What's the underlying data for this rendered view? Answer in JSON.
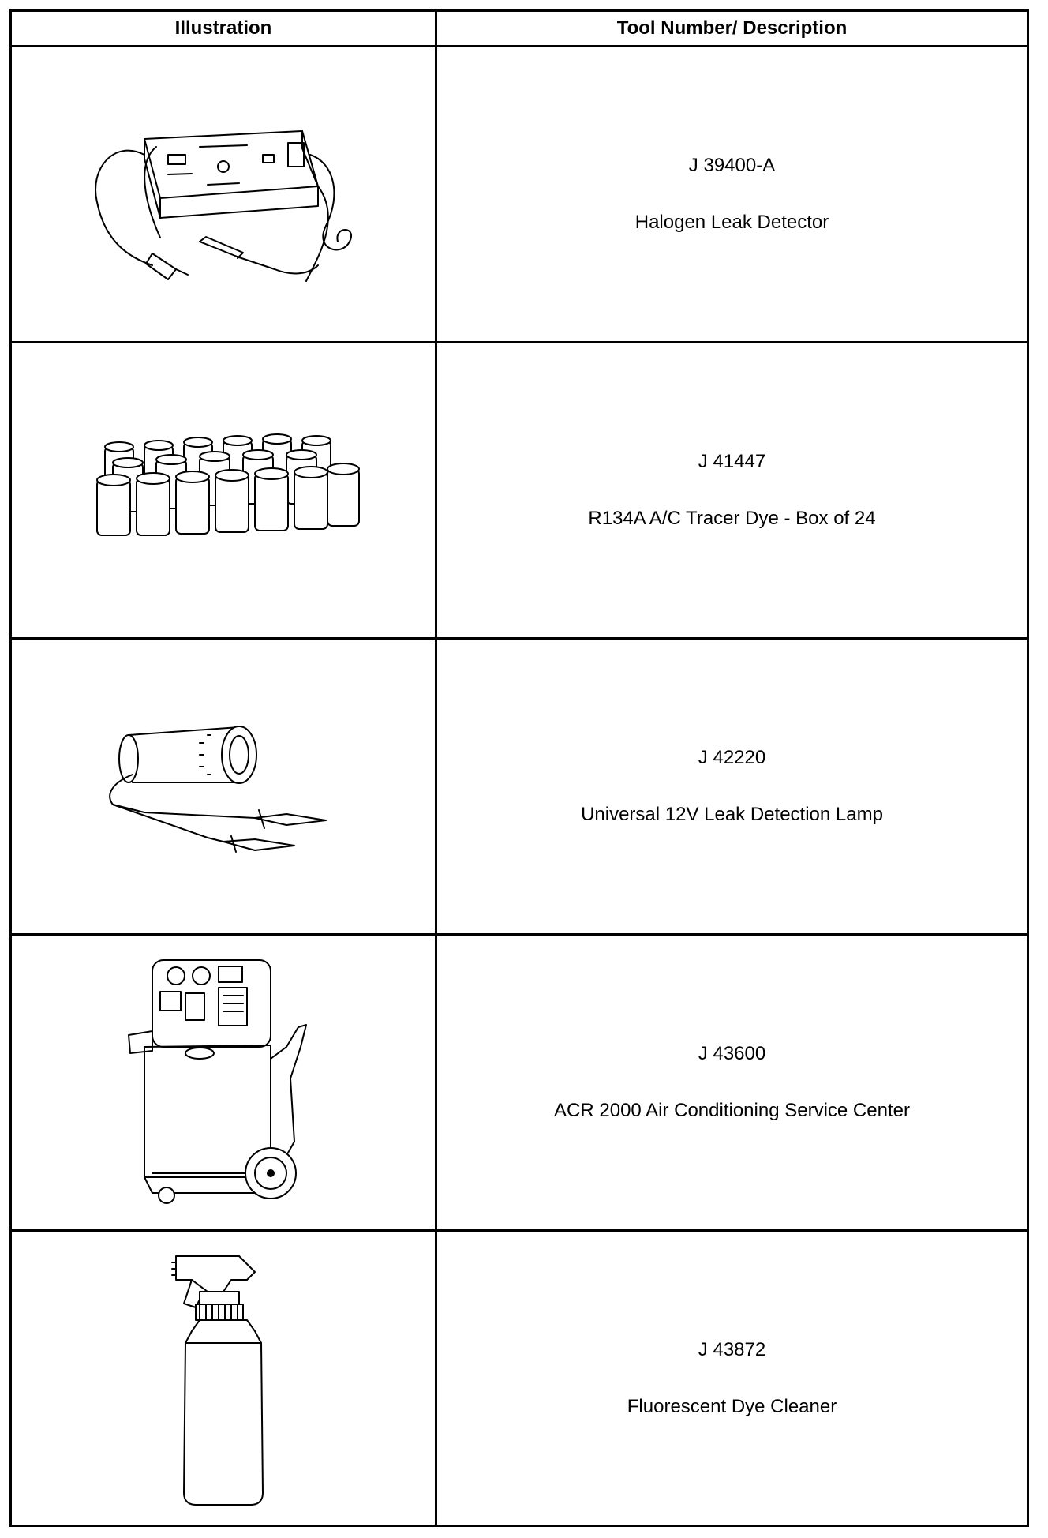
{
  "table": {
    "headers": {
      "illustration": "Illustration",
      "tool": "Tool Number/ Description"
    },
    "rows": [
      {
        "number": "J 39400-A",
        "description": "Halogen Leak Detector",
        "icon": "halogen-leak-detector-icon"
      },
      {
        "number": "J 41447",
        "description": "R134A A/C Tracer Dye - Box of 24",
        "icon": "tracer-dye-bottles-icon"
      },
      {
        "number": "J 42220",
        "description": "Universal 12V Leak Detection Lamp",
        "icon": "leak-detection-lamp-icon"
      },
      {
        "number": "J 43600",
        "description": "ACR 2000 Air Conditioning Service Center",
        "icon": "ac-service-center-icon"
      },
      {
        "number": "J 43872",
        "description": "Fluorescent Dye Cleaner",
        "icon": "spray-bottle-icon"
      }
    ]
  }
}
